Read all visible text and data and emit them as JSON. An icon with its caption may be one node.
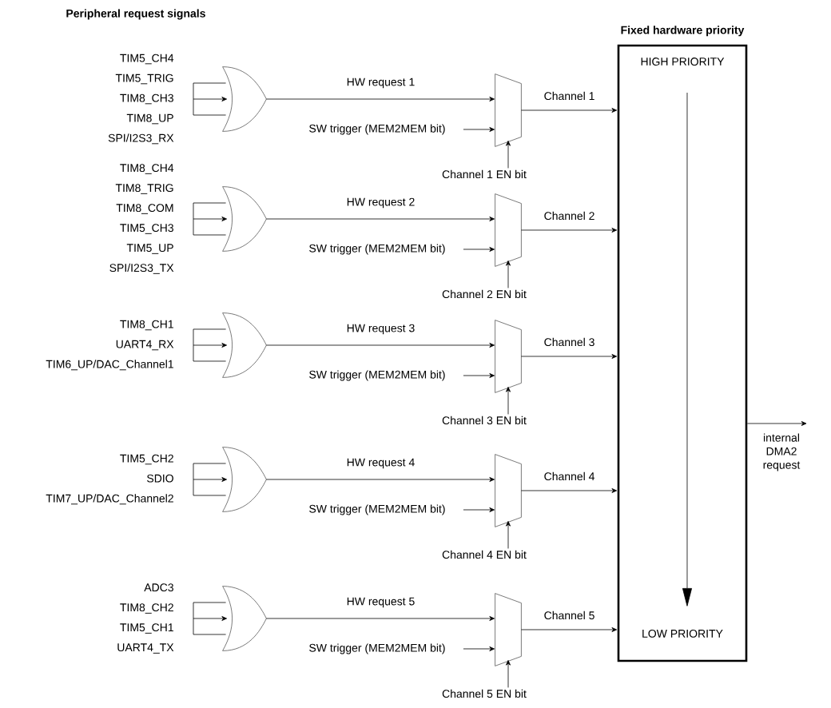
{
  "diagram": {
    "nodes": [
      {
        "text": [
          "TIM5_CH4",
          "TIM5_TRIG",
          "TIM8_CH3",
          "TIM8_UP",
          "SPI/I2S3_RX"
        ]
      },
      {
        "text": [],
        "shape": "gate"
      },
      {
        "text": [
          "SW trigger (MEM2MEM bit)"
        ]
      },
      {
        "text": [],
        "shape": "trapezoid"
      },
      {
        "text": [
          "Channel 1 EN bit"
        ]
      },
      {
        "text": [
          "TIM8_CH4",
          "TIM8_TRIG",
          "TIM8_COM",
          "TIM5_CH3",
          "TIM5_UP",
          "SPI/I2S3_TX"
        ]
      },
      {
        "text": [],
        "shape": "gate"
      },
      {
        "text": [
          "SW trigger (MEM2MEM bit)"
        ]
      },
      {
        "text": [],
        "shape": "trapezoid"
      },
      {
        "text": [
          "Channel 2 EN bit"
        ]
      },
      {
        "text": [
          "TIM8_CH1",
          "UART4_RX",
          "TIM6_UP/DAC_Channel1"
        ]
      },
      {
        "text": [],
        "shape": "gate"
      },
      {
        "text": [
          "SW trigger (MEM2MEM bit)"
        ]
      },
      {
        "text": [],
        "shape": "trapezoid"
      },
      {
        "text": [
          "Channel 3 EN bit"
        ]
      },
      {
        "text": [
          "TIM5_CH2",
          "SDIO",
          "TIM7_UP/DAC_Channel2"
        ]
      },
      {
        "text": [],
        "shape": "gate"
      },
      {
        "text": [
          "SW trigger (MEM2MEM bit)"
        ]
      },
      {
        "text": [],
        "shape": "trapezoid"
      },
      {
        "text": [
          "Channel 4 EN bit"
        ]
      },
      {
        "text": [
          "ADC3",
          "TIM8_CH2",
          "TIM5_CH1",
          "UART4_TX"
        ]
      },
      {
        "text": [],
        "shape": "gate"
      },
      {
        "text": [
          "SW trigger (MEM2MEM bit)"
        ]
      },
      {
        "text": [],
        "shape": "trapezoid"
      },
      {
        "text": [
          "Channel 5 EN bit"
        ]
      },
      {
        "text": [
          "Fixed hardware priority",
          "HIGH PRIORITY",
          "LOW PRIORITY"
        ]
      }
    ],
    "edges": [
      {
        "from": 0,
        "to": 1,
        "arrow": "to"
      },
      {
        "from": 1,
        "to": 3,
        "arrow": "to",
        "label": "HW request 1"
      },
      {
        "from": 2,
        "to": 3,
        "arrow": "to"
      },
      {
        "from": 4,
        "to": 3,
        "arrow": "to"
      },
      {
        "from": 3,
        "to": 25,
        "arrow": "to",
        "label": "Channel 1"
      },
      {
        "from": 5,
        "to": 6,
        "arrow": "to"
      },
      {
        "from": 6,
        "to": 8,
        "arrow": "to",
        "label": "HW request 2"
      },
      {
        "from": 7,
        "to": 8,
        "arrow": "to"
      },
      {
        "from": 9,
        "to": 8,
        "arrow": "to"
      },
      {
        "from": 8,
        "to": 25,
        "arrow": "to",
        "label": "Channel 2"
      },
      {
        "from": 10,
        "to": 11,
        "arrow": "to"
      },
      {
        "from": 11,
        "to": 13,
        "arrow": "to",
        "label": "HW request 3"
      },
      {
        "from": 12,
        "to": 13,
        "arrow": "to"
      },
      {
        "from": 14,
        "to": 13,
        "arrow": "to"
      },
      {
        "from": 13,
        "to": 25,
        "arrow": "to",
        "label": "Channel 3"
      },
      {
        "from": 15,
        "to": 16,
        "arrow": "to"
      },
      {
        "from": 16,
        "to": 18,
        "arrow": "to",
        "label": "HW request 4"
      },
      {
        "from": 17,
        "to": 18,
        "arrow": "to"
      },
      {
        "from": 19,
        "to": 18,
        "arrow": "to"
      },
      {
        "from": 18,
        "to": 25,
        "arrow": "to",
        "label": "Channel 4"
      },
      {
        "from": 20,
        "to": 21,
        "arrow": "to"
      },
      {
        "from": 21,
        "to": 23,
        "arrow": "to",
        "label": "HW request 5"
      },
      {
        "from": 22,
        "to": 23,
        "arrow": "to"
      },
      {
        "from": 24,
        "to": 23,
        "arrow": "to"
      },
      {
        "from": 23,
        "to": 25,
        "arrow": "to",
        "label": "Channel 5"
      },
      {
        "from": 25,
        "to": null,
        "arrow": "to",
        "label": "internal DMA2 request"
      }
    ],
    "labels": [
      "Peripheral request signals"
    ]
  }
}
